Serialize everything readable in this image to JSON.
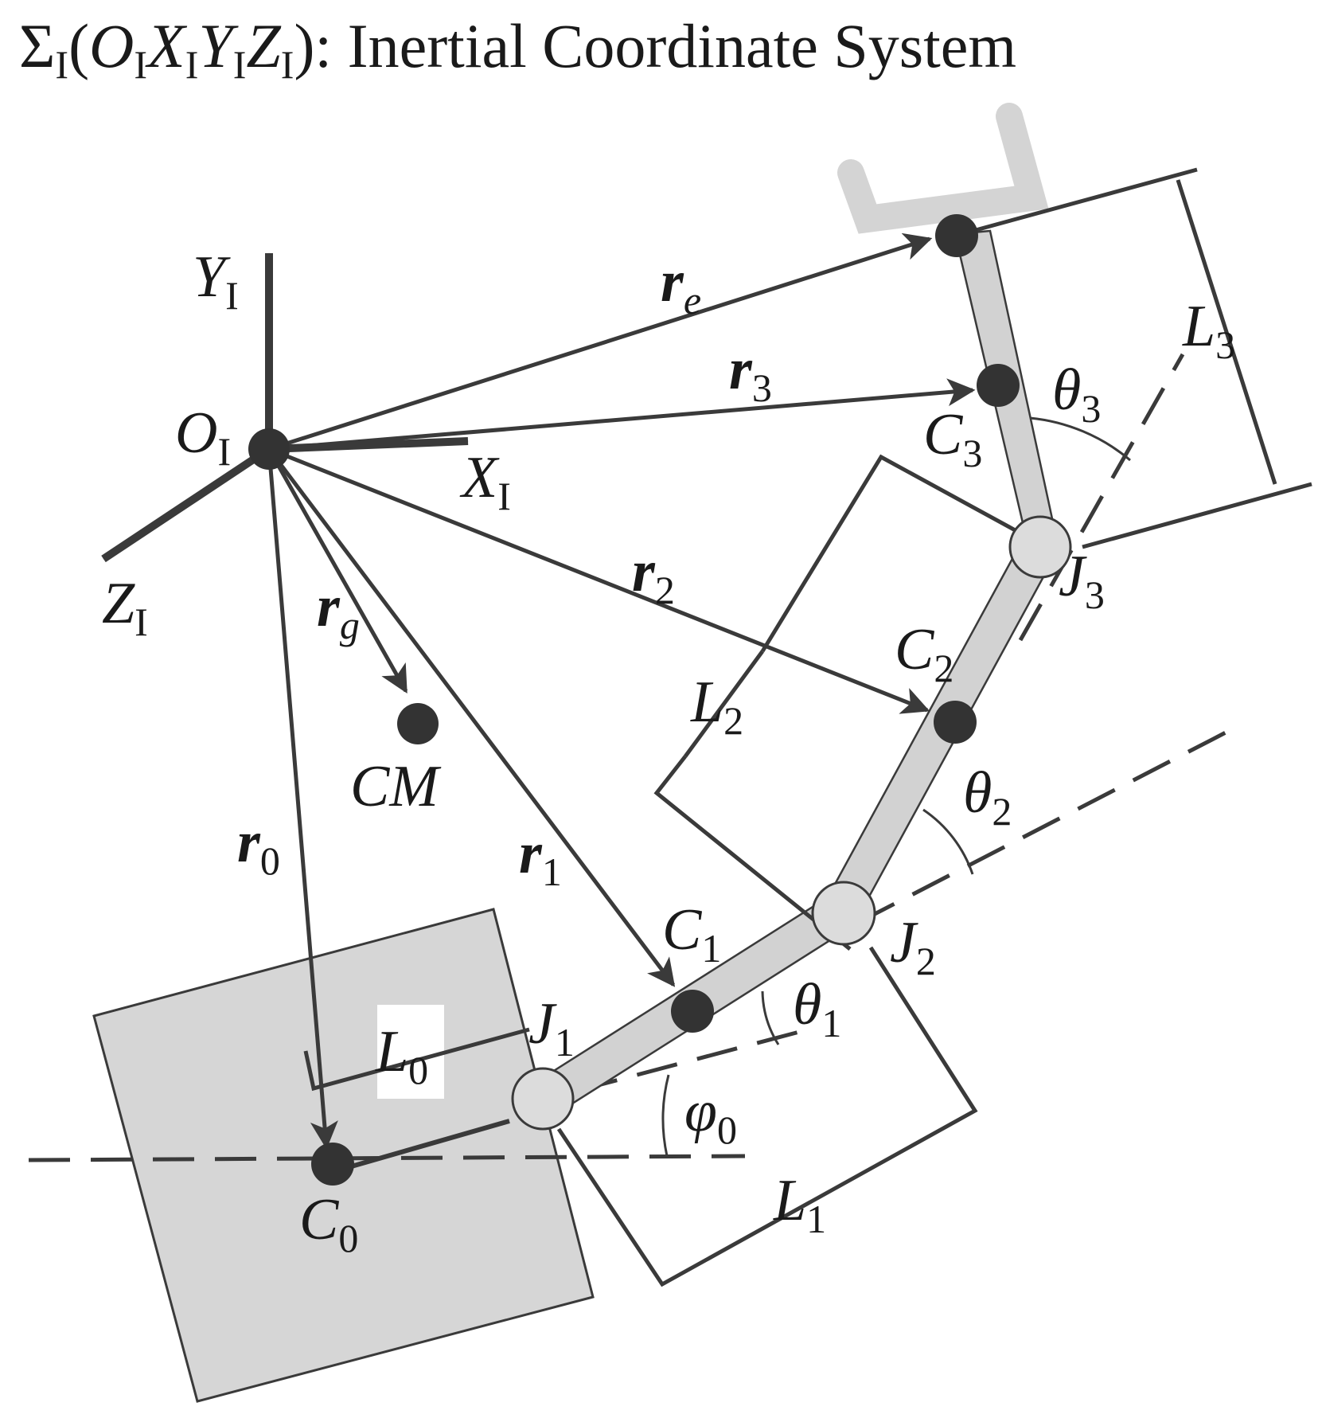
{
  "title": {
    "sigma": "Σ",
    "sigma_sub": "I",
    "open": "(",
    "o": "O",
    "o_sub": "I",
    "x": "X",
    "x_sub": "I",
    "y": "Y",
    "y_sub": "I",
    "z": "Z",
    "z_sub": "I",
    "close": "): ",
    "text": "Inertial Coordinate System"
  },
  "axes": {
    "origin": {
      "main": "O",
      "sub": "I"
    },
    "x": {
      "main": "X",
      "sub": "I"
    },
    "y": {
      "main": "Y",
      "sub": "I"
    },
    "z": {
      "main": "Z",
      "sub": "I"
    }
  },
  "vectors": {
    "re": {
      "main": "r",
      "sub": "e"
    },
    "r3": {
      "main": "r",
      "sub": "3"
    },
    "r2": {
      "main": "r",
      "sub": "2"
    },
    "rg": {
      "main": "r",
      "sub": "g"
    },
    "r0": {
      "main": "r",
      "sub": "0"
    },
    "r1": {
      "main": "r",
      "sub": "1"
    }
  },
  "points": {
    "cm": "CM",
    "c0": {
      "main": "C",
      "sub": "0"
    },
    "c1": {
      "main": "C",
      "sub": "1"
    },
    "c2": {
      "main": "C",
      "sub": "2"
    },
    "c3": {
      "main": "C",
      "sub": "3"
    }
  },
  "joints": {
    "j1": {
      "main": "J",
      "sub": "1"
    },
    "j2": {
      "main": "J",
      "sub": "2"
    },
    "j3": {
      "main": "J",
      "sub": "3"
    }
  },
  "lengths": {
    "l0": {
      "main": "L",
      "sub": "0"
    },
    "l1": {
      "main": "L",
      "sub": "1"
    },
    "l2": {
      "main": "L",
      "sub": "2"
    },
    "l3": {
      "main": "L",
      "sub": "3"
    }
  },
  "angles": {
    "phi0": {
      "main": "φ",
      "sub": "0"
    },
    "theta1": {
      "main": "θ",
      "sub": "1"
    },
    "theta2": {
      "main": "θ",
      "sub": "2"
    },
    "theta3": {
      "main": "θ",
      "sub": "3"
    }
  },
  "colors": {
    "ink": "#3a3a3a",
    "body_fill": "#d6d6d6",
    "link_fill": "#d2d2d2",
    "gripper": "#d4d4d4",
    "joint_fill": "#dcdcdc",
    "point_fill": "#333333"
  }
}
